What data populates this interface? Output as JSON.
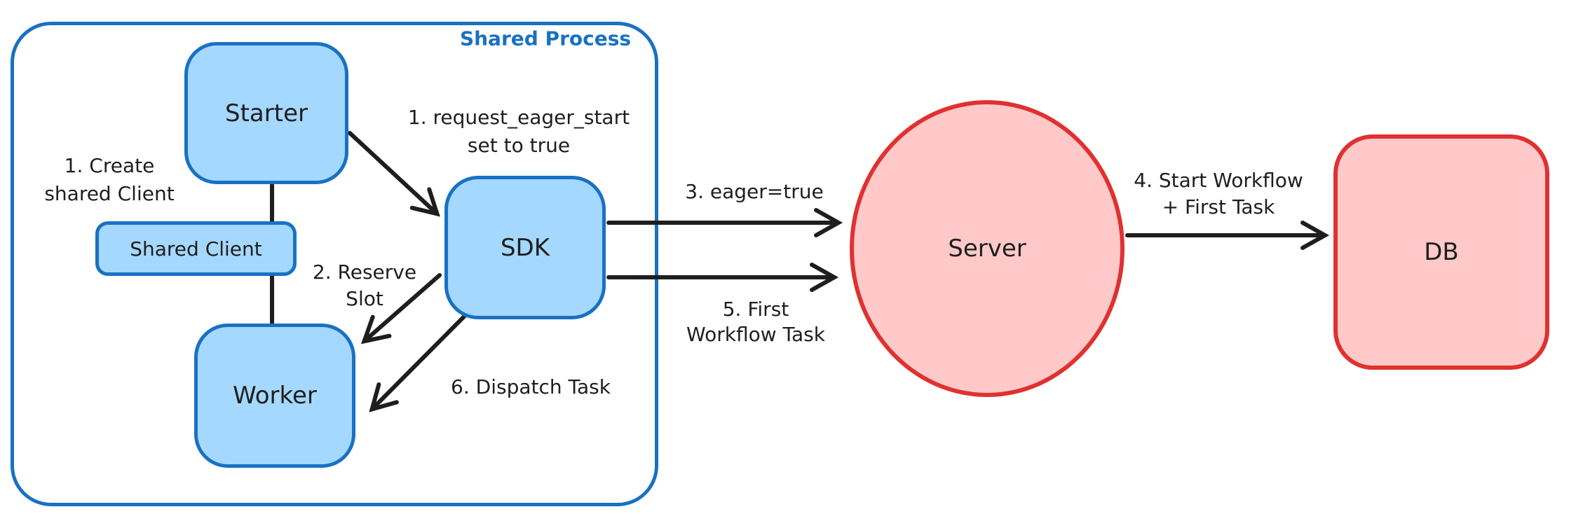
{
  "colors": {
    "blue_stroke": "#1971c2",
    "blue_fill": "#a5d8ff",
    "red_stroke": "#e03131",
    "red_fill": "#ffc9c9",
    "ink": "#1e1e1e",
    "background": "#ffffff"
  },
  "shared_process": {
    "label": "Shared Process",
    "nodes": {
      "starter": "Starter",
      "shared_client": "Shared Client",
      "worker": "Worker",
      "sdk": "SDK"
    },
    "annotations": {
      "create_shared_client": [
        "1. Create",
        "shared Client"
      ],
      "request_eager_start": [
        "1. request_eager_start",
        "set to true"
      ],
      "reserve_slot": [
        "2. Reserve",
        "Slot"
      ],
      "dispatch_task": [
        "6. Dispatch Task"
      ]
    }
  },
  "external": {
    "nodes": {
      "server": "Server",
      "db": "DB"
    },
    "annotations": {
      "eager_true": [
        "3. eager=true"
      ],
      "first_workflow_task": [
        "5. First",
        "Workflow Task"
      ],
      "start_workflow": [
        "4. Start Workflow",
        "+ First Task"
      ]
    }
  }
}
